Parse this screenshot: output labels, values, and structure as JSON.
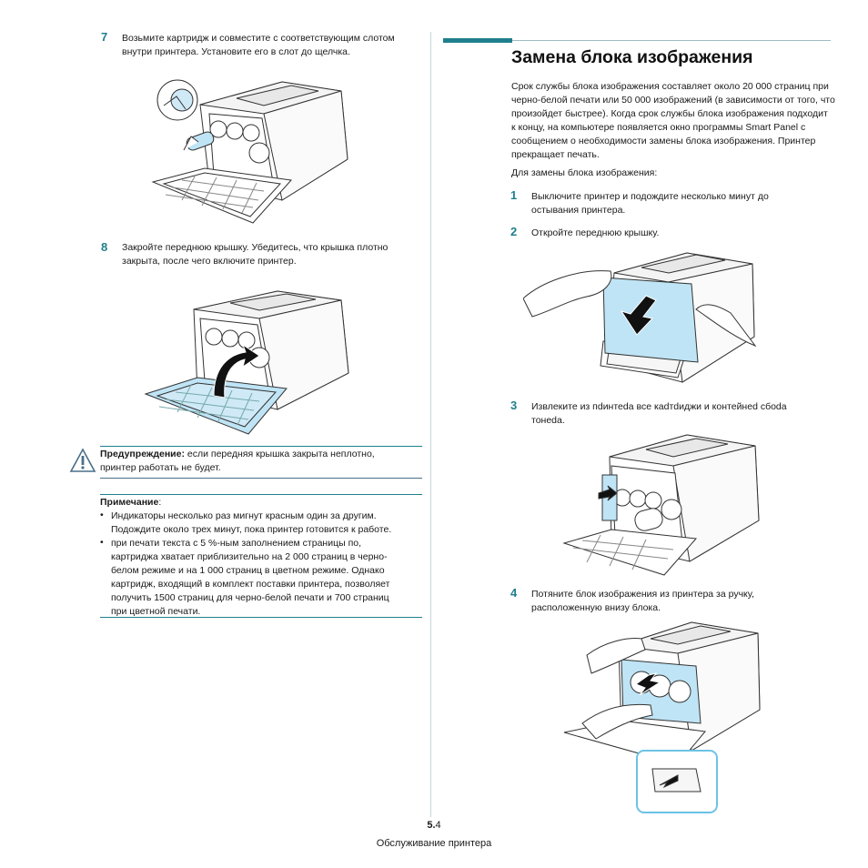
{
  "left": {
    "step7": {
      "num": "7",
      "line1": "Возьмите картридж и совместите с соответствующим слотом",
      "line2": "внутри принтера. Установите его в слот до щелчка."
    },
    "step8": {
      "num": "8",
      "line1": "Закройте переднюю крышку. Убедитесь, что крышка плотно",
      "line2": "закрыта, после чего включите принтер."
    },
    "warning": {
      "label": "Предупреждение:",
      "line1_rest": " если передняя крышка закрыта неплотно,",
      "line2": "принтер работать не будет."
    },
    "note": {
      "label": "Примечание",
      "colon": ":",
      "b1_line1": "Индикаторы несколько раз мигнут красным один за другим.",
      "b1_line2": "Подождите около трех минут, пока принтер готовится к работе.",
      "b2_line1": " при печати текста с 5 %-ным заполнением страницы по,",
      "b2_line2": "картриджа хватает приблизительно на 2 000 страниц в черно-",
      "b2_line3": "белом режиме и на 1 000 страниц в цветном режиме. Однако",
      "b2_line4": "картридж, входящий в комплект поставки принтера, позволяет",
      "b2_line5": "получить 1500 страниц для черно-белой печати и 700 страниц",
      "b2_line6": "при цветной печати.",
      "bullet_char": "•"
    }
  },
  "right": {
    "title": "Замена блока изображения",
    "intro": [
      "Срок службы блока изображения составляет около 20 000 страниц при",
      "черно-белой печати или 50 000 изображений (в зависимости от того, что",
      "произойдет быстрее). Когда срок службы блока изображения подходит",
      "к концу, на компьютере появляется окно программы Smart Panel с",
      "сообщением о необходимости замены блока изображения. Принтер",
      "прекращает печать."
    ],
    "lead": "Для замены блока изображения:",
    "step1": {
      "num": "1",
      "line1": "Выключите принтер и подождите несколько минут до",
      "line2": "остывания принтера."
    },
    "step2": {
      "num": "2",
      "line1": "Откройте переднюю крышку."
    },
    "step3": {
      "num": "3",
      "line1": "Извлеките из пdинтеdа все каdтdиджи и контейнеd сбоdа",
      "line2": "тонеdа."
    },
    "step4": {
      "num": "4",
      "line1": "Потяните блок изображения из принтера за ручку,",
      "line2": "расположенную внизу блока."
    }
  },
  "footer": {
    "page_bold": "5.",
    "page_rest": "4",
    "section": "Обслуживание принтера"
  },
  "colors": {
    "accent": "#1f7f8c",
    "highlight": "#bfe4f5"
  },
  "icons": {
    "warning": "warning-triangle-icon"
  }
}
